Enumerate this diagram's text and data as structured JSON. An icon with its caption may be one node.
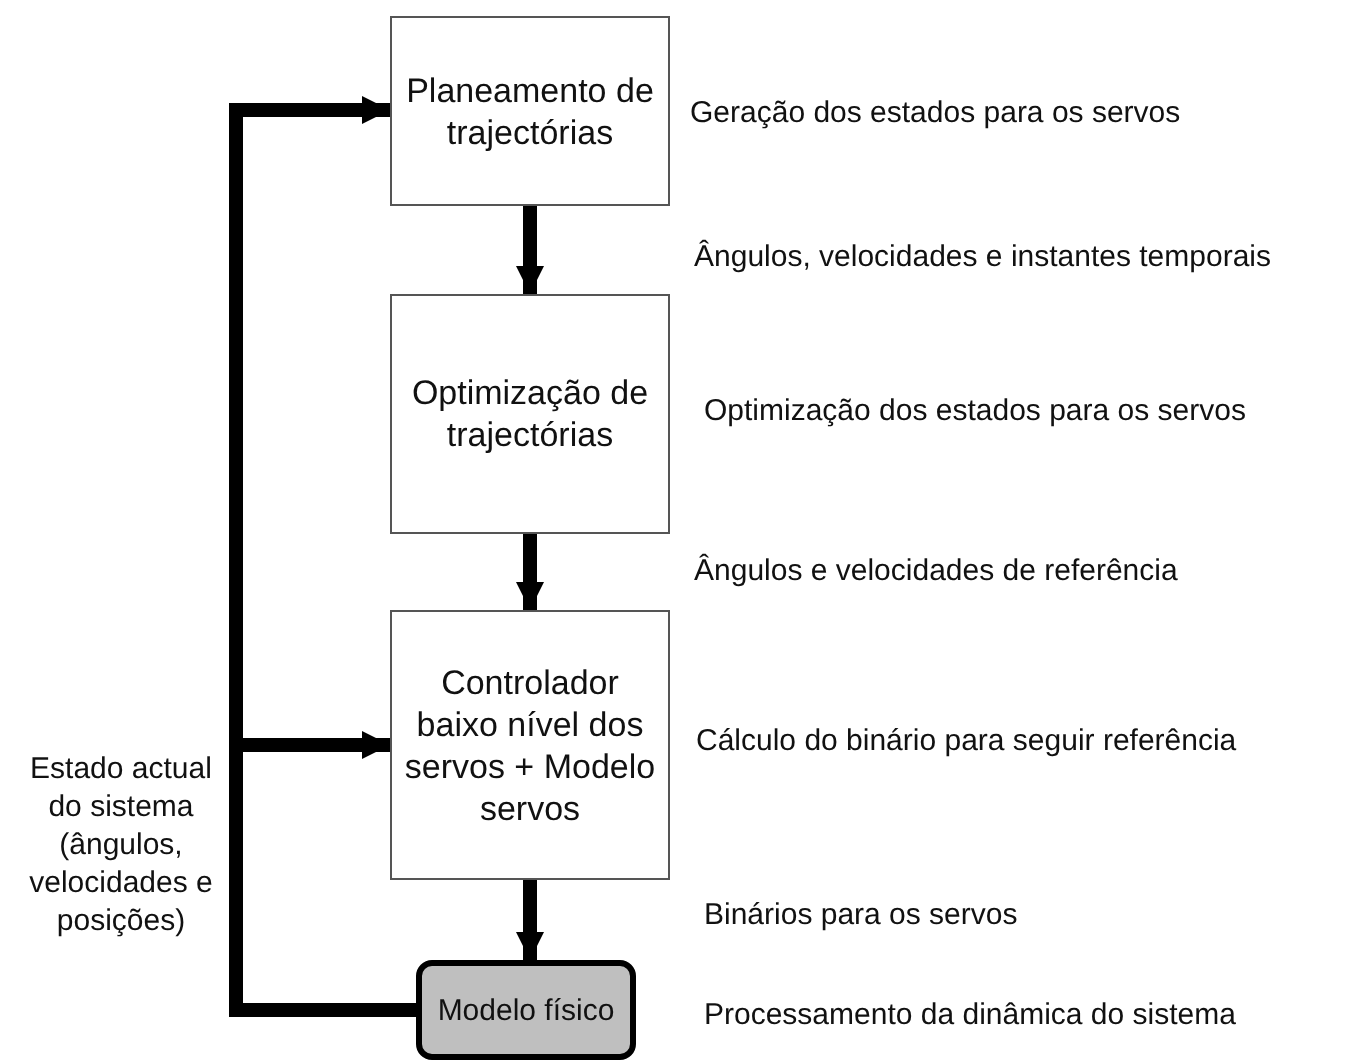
{
  "diagram": {
    "nodes": [
      {
        "text": [
          "Planeamento de trajectórias"
        ],
        "beside": [
          "Geração dos estados para os servos"
        ]
      },
      {
        "text": [
          "Optimização de trajectórias"
        ],
        "beside": [
          "Optimização dos estados para os servos"
        ]
      },
      {
        "text": [
          "Controlador baixo nível dos servos + Modelo servos"
        ],
        "beside": [
          "Cálculo do binário para seguir referência"
        ]
      },
      {
        "text": [
          "Modelo físico"
        ],
        "beside": [
          "Processamento da dinâmica do sistema"
        ]
      }
    ],
    "edges": [
      {
        "from": 0,
        "to": 1,
        "arrow": "to"
      },
      {
        "from": 1,
        "to": 2,
        "arrow": "to"
      },
      {
        "from": 2,
        "to": 3,
        "arrow": "to"
      },
      {
        "from": 3,
        "to": 0,
        "arrow": "to"
      },
      {
        "from": 3,
        "to": 2,
        "arrow": "to"
      }
    ],
    "labels": [
      "Ângulos, velocidades e instantes temporais",
      "Ângulos e velocidades de referência",
      "Estado actual do sistema (ângulos, velocidades e posições)",
      "Binários para os servos"
    ]
  }
}
